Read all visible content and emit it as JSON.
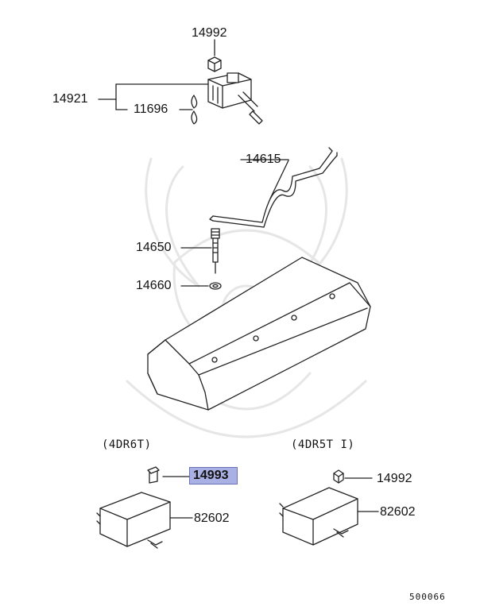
{
  "diagram": {
    "parts": {
      "p14992_top": "14992",
      "p14921": "14921",
      "p11696": "11696",
      "p14615": "14615",
      "p14650": "14650",
      "p14660": "14660",
      "p14993": "14993",
      "p82602_left": "82602",
      "p14992_right": "14992",
      "p82602_right": "82602"
    },
    "variants": {
      "left": "(4DR6T)",
      "right": "(4DR5T I)"
    },
    "figure_number": "500066",
    "highlight_color": "#a9b0e4"
  }
}
